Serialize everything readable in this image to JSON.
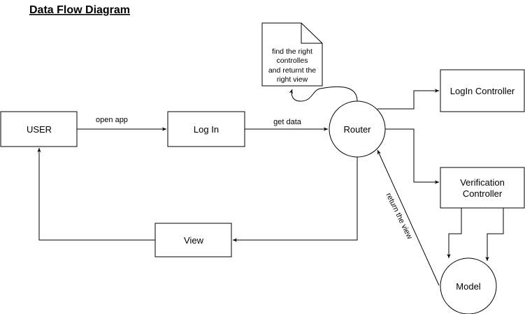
{
  "title": "Data Flow Diagram",
  "nodes": {
    "user": "USER",
    "login": "Log In",
    "router": "Router",
    "login_controller": "LogIn Controller",
    "verification_controller": [
      "Verification",
      "Controller"
    ],
    "view": "View",
    "model": "Model"
  },
  "note": [
    "find the right",
    "controlles",
    "and returnt the",
    "right view"
  ],
  "edges": {
    "open_app": "open app",
    "get_data": "get data",
    "return_view": "return the view"
  }
}
